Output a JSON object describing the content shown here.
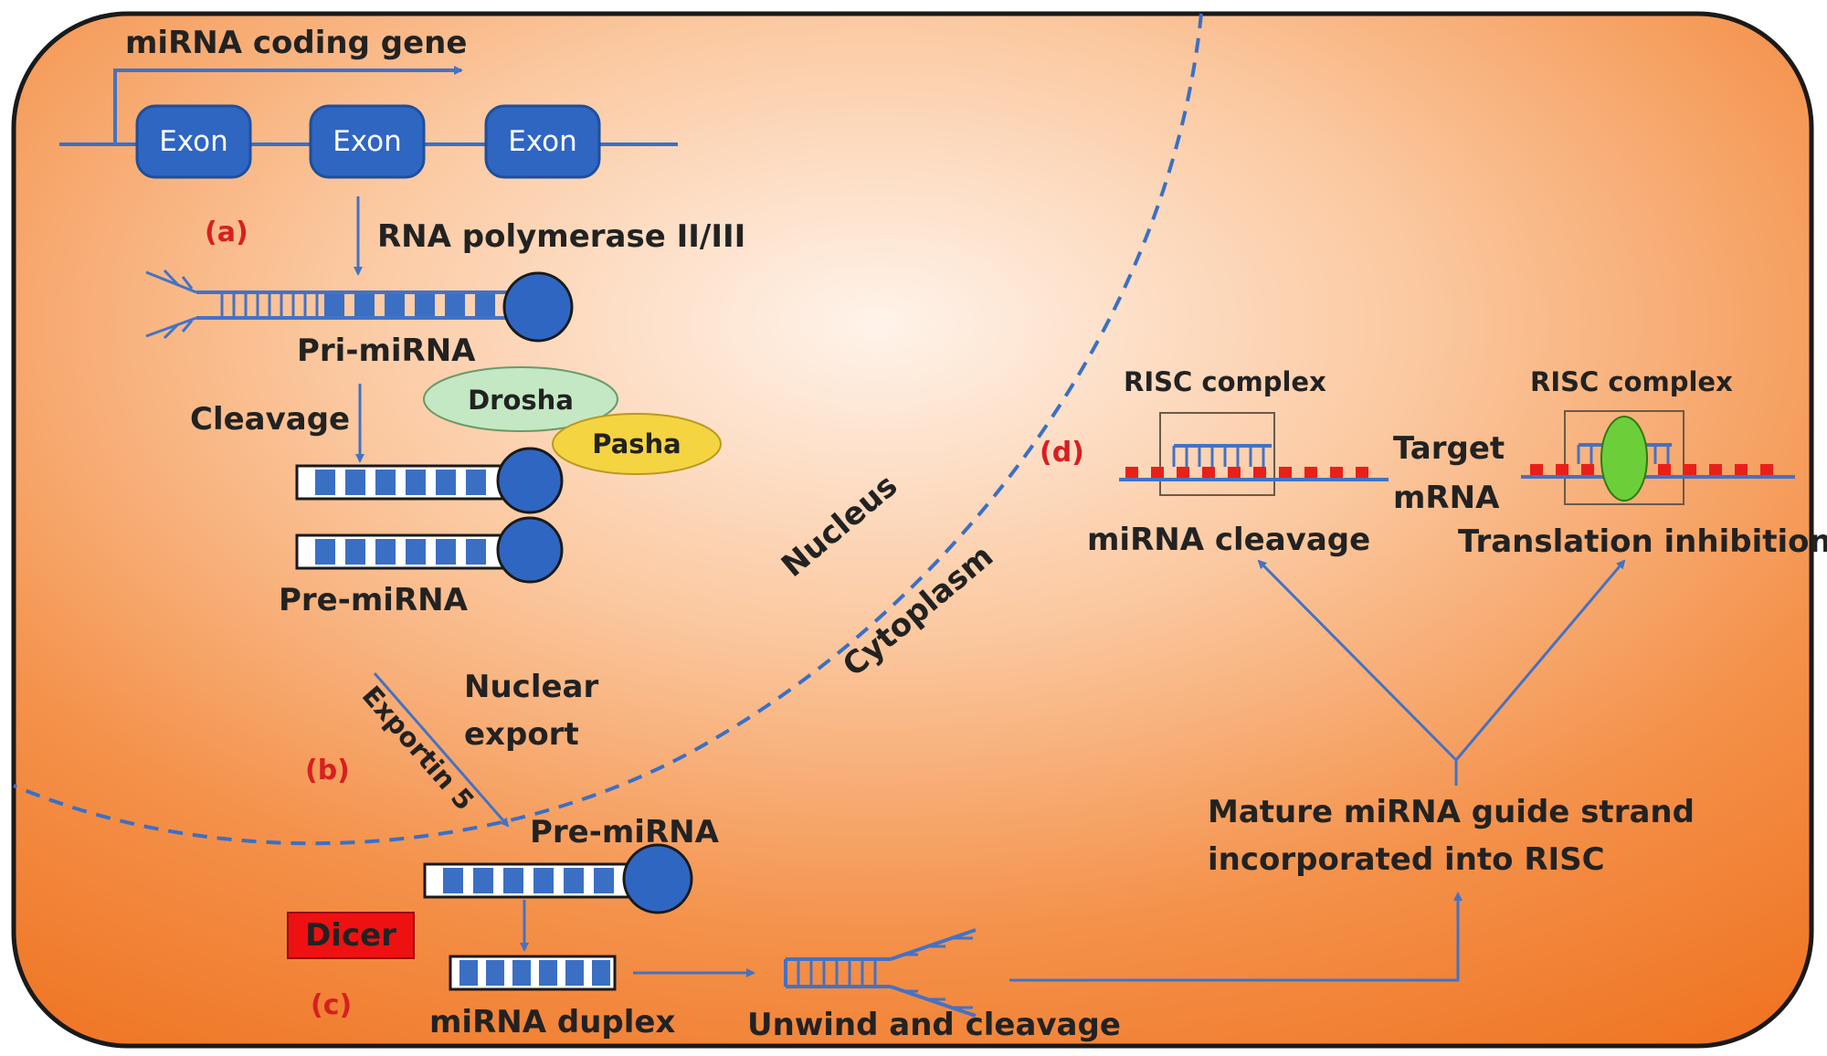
{
  "diagram": {
    "gene_label": "miRNA coding gene",
    "exon_label": "Exon",
    "polymerase_label": "RNA polymerase II/III",
    "pri_mirna_label": "Pri-miRNA",
    "cleavage_label": "Cleavage",
    "drosha_label": "Drosha",
    "pasha_label": "Pasha",
    "pre_mirna_label": "Pre-miRNA",
    "nucleus_label": "Nucleus",
    "cytoplasm_label": "Cytoplasm",
    "nuclear_export_line1": "Nuclear",
    "nuclear_export_line2": "export",
    "exportin_label": "Exportin 5",
    "dicer_label": "Dicer",
    "duplex_label": "miRNA duplex",
    "unwind_label": "Unwind and cleavage",
    "mature_line1": "Mature miRNA guide strand",
    "mature_line2": "incorporated into RISC",
    "risc_label": "RISC complex",
    "target_line1": "Target",
    "target_line2": "mRNA",
    "mirna_cleavage_label": "miRNA cleavage",
    "translation_label": "Translation inhibition",
    "step_a": "(a)",
    "step_b": "(b)",
    "step_c": "(c)",
    "step_d": "(d)"
  },
  "colors": {
    "background_light": "#fde4d2",
    "background_orange": "#f07a2a",
    "outline": "#1a1a1a",
    "blue": "#3b6fc4",
    "strand_blue": "#4472c4",
    "drosha_green": "#c4e8c4",
    "pasha_yellow": "#f5d442",
    "dicer_red": "#ee1111",
    "site_red": "#e8201a",
    "risc_green": "#6ccf3a",
    "step_red": "#d62020"
  }
}
